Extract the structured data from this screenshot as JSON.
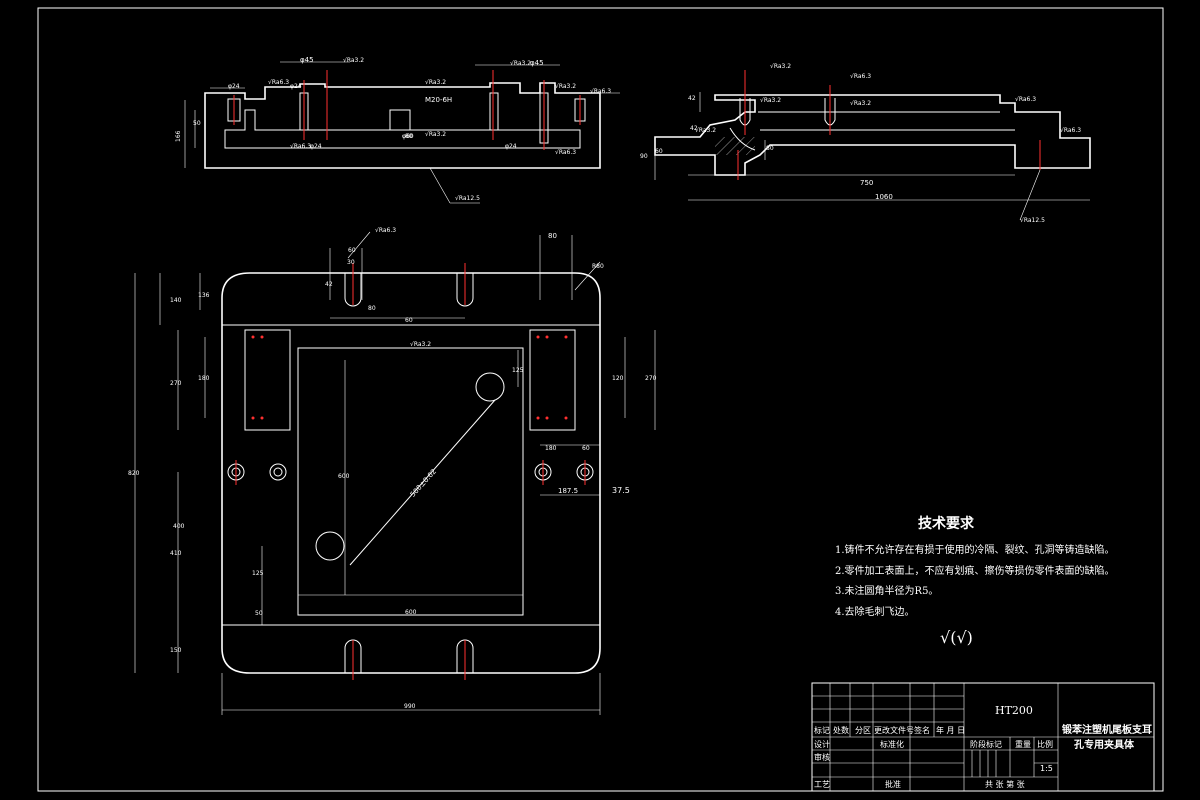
{
  "top_section_view": {
    "callouts": [
      "φ45",
      "√Ra3.2",
      "√Ra6.3",
      "√Ra3.2",
      "φ45",
      "√Ra3.2",
      "M20-6H",
      "√Ra3.2",
      "√Ra6.3",
      "√Ra3.2",
      "√Ra6.3",
      "√Ra6.3",
      "√Ra12.5"
    ],
    "dims": [
      "φ24",
      "φ24",
      "φ24",
      "φ24",
      "80",
      "166",
      "50",
      "φ60"
    ]
  },
  "side_view": {
    "callouts": [
      "√Ra3.2",
      "√Ra6.3",
      "√Ra3.2",
      "√Ra3.2",
      "√Ra3.2",
      "√Ra6.3",
      "√Ra12.5",
      "√Ra6.3"
    ],
    "dims": [
      "42",
      "90",
      "60",
      "80",
      "42",
      "750",
      "1060"
    ]
  },
  "plan_view": {
    "top_dims": [
      "80",
      "60",
      "30",
      "42",
      "60",
      "80",
      "R80"
    ],
    "left_dims": [
      "140",
      "136",
      "270",
      "180",
      "820",
      "410",
      "125",
      "50",
      "150"
    ],
    "right_dims": [
      "125",
      "270",
      "120",
      "180",
      "60",
      "187.5",
      "37.5"
    ],
    "inner_dims": [
      "600",
      "400",
      "600",
      "500±0.02",
      "√Ra3.2",
      "√Ra6.3"
    ],
    "bottom_dim": "990"
  },
  "tech_requirements": {
    "title": "技术要求",
    "items": [
      "1.铸件不允许存在有损于使用的冷隔、裂纹、孔洞等铸造缺陷。",
      "2.零件加工表面上，不应有划痕、擦伤等损伤零件表面的缺陷。",
      "3.未注圆角半径为R5。",
      "4.去除毛刺飞边。"
    ],
    "roughness_symbol": "√(√)"
  },
  "title_block": {
    "material": "HT200",
    "part_name_line1": "锻苯注塑机尾板支耳",
    "part_name_line2": "孔专用夹具体",
    "labels": {
      "mark": "标记",
      "count": "处数",
      "zone": "分区",
      "change_doc": "更改文件号",
      "sign": "签名",
      "date": "年 月 日",
      "design": "设计",
      "standardize": "标准化",
      "stage_mark": "阶段标记",
      "weight": "重量",
      "scale": "比例",
      "scale_value": "1:5",
      "check": "审核",
      "process": "工艺",
      "approve": "批准",
      "sheet": "共 张 第 张"
    }
  }
}
